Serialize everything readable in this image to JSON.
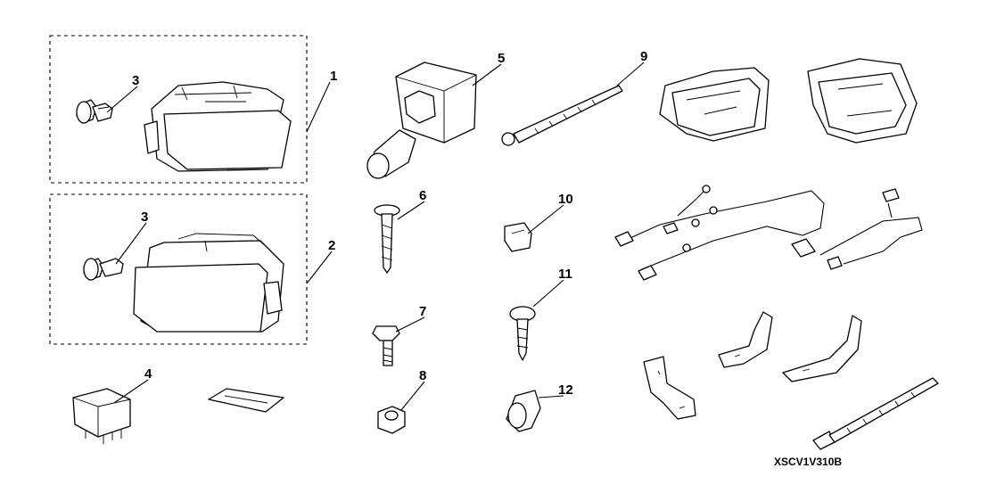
{
  "callouts": {
    "c1": "1",
    "c2": "2",
    "c3a": "3",
    "c3b": "3",
    "c4": "4",
    "c5": "5",
    "c6": "6",
    "c7": "7",
    "c8": "8",
    "c9": "9",
    "c10": "10",
    "c11": "11",
    "c12": "12"
  },
  "diagram_code": "XSCV1V310B"
}
